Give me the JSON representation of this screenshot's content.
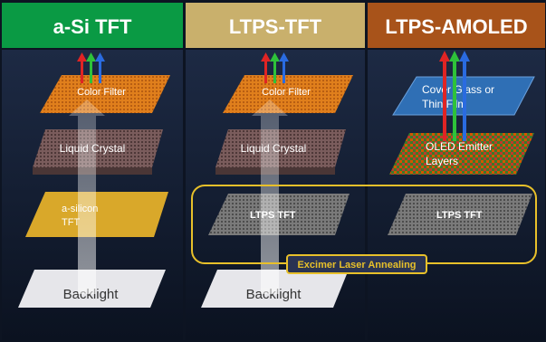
{
  "columns": [
    {
      "title": "a-Si TFT",
      "color": "#0a9a44"
    },
    {
      "title": "LTPS-TFT",
      "color": "#c9b06c"
    },
    {
      "title": "LTPS-AMOLED",
      "color": "#a8531a"
    }
  ],
  "layers": {
    "color_filter": "Color Filter",
    "liquid_crystal": "Liquid Crystal",
    "a_silicon_line1": "a-silicon",
    "a_silicon_line2": "TFT",
    "ltps_tft": "LTPS TFT",
    "backlight": "Backlight",
    "cover_glass_line1": "Cover Glass or",
    "cover_glass_line2": "Thin Film",
    "oled_line1": "OLED Emitter",
    "oled_line2": "Layers"
  },
  "callout": "Excimer Laser Annealing",
  "colors": {
    "background": "#0d1422",
    "color_filter": "#e07f1c",
    "liquid_crystal": "#6b4f4f",
    "a_silicon": "#d9a82a",
    "ltps": "#6e6e6e",
    "backlight": "#e6e6ea",
    "cover_glass": "#2f6fb5",
    "oled": "#7a8a2a",
    "highlight": "#e8c02a",
    "ray_red": "#e02424",
    "ray_green": "#2ec23a",
    "ray_blue": "#2a6be0"
  }
}
